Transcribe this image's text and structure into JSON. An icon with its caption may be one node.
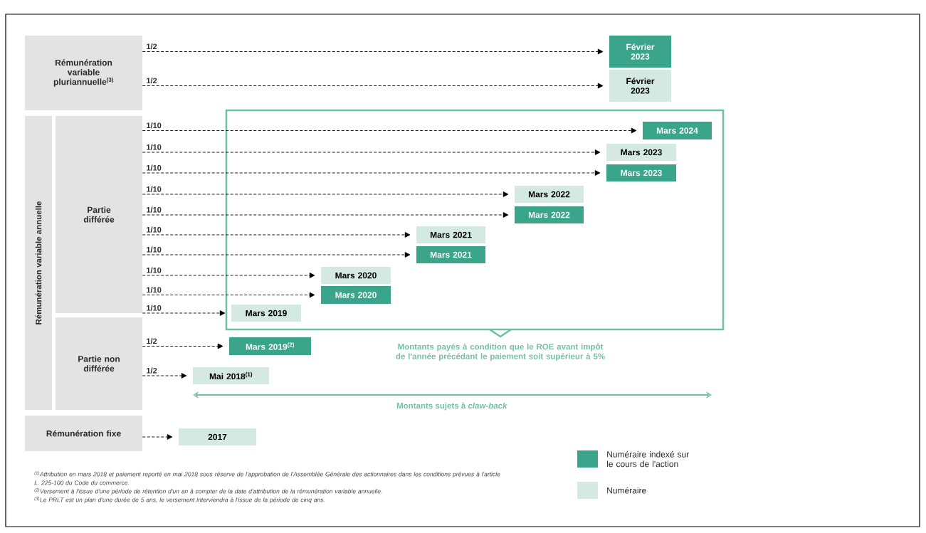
{
  "diagram": {
    "nodes": [
      {
        "text": [
          "Rémunération variable pluriannuelle$^{(3)}$"
        ]
      },
      {
        "text": [
          "Rémunération variable annuelle"
        ]
      },
      {
        "text": [
          "Partie différée"
        ]
      },
      {
        "text": [
          "Partie non différée"
        ]
      },
      {
        "text": [
          "Rémunération fixe"
        ]
      },
      {
        "text": [
          "Montants payés à condition que le ROE avant impôt de l'année précédant le paiement soit supérieur à 5%"
        ]
      },
      {
        "text": [
          "Février 2023"
        ]
      },
      {
        "text": [
          "Février 2023"
        ]
      },
      {
        "text": [
          "Mars 2024"
        ],
        "in": 5
      },
      {
        "text": [
          "Mars 2023"
        ],
        "in": 5
      },
      {
        "text": [
          "Mars 2023"
        ],
        "in": 5
      },
      {
        "text": [
          "Mars 2022"
        ],
        "in": 5
      },
      {
        "text": [
          "Mars 2022"
        ],
        "in": 5
      },
      {
        "text": [
          "Mars 2021"
        ],
        "in": 5
      },
      {
        "text": [
          "Mars 2021"
        ],
        "in": 5
      },
      {
        "text": [
          "Mars 2020"
        ],
        "in": 5
      },
      {
        "text": [
          "Mars 2020"
        ],
        "in": 5
      },
      {
        "text": [
          "Mars 2019"
        ],
        "in": 5
      },
      {
        "text": [
          "Mars 2019$^{(2)}$"
        ]
      },
      {
        "text": [
          "Mai 2018$^{(1)}$"
        ]
      },
      {
        "text": [
          "2017"
        ]
      }
    ],
    "edges": [
      {
        "from": 0,
        "to": 6,
        "arrow": "to",
        "label": "1/2",
        "style": "dashed"
      },
      {
        "from": 0,
        "to": 7,
        "arrow": "to",
        "label": "1/2",
        "style": "dashed"
      },
      {
        "from": 2,
        "to": 8,
        "arrow": "to",
        "label": "1/10",
        "style": "dashed"
      },
      {
        "from": 2,
        "to": 9,
        "arrow": "to",
        "label": "1/10",
        "style": "dashed"
      },
      {
        "from": 2,
        "to": 10,
        "arrow": "to",
        "label": "1/10",
        "style": "dashed"
      },
      {
        "from": 2,
        "to": 11,
        "arrow": "to",
        "label": "1/10",
        "style": "dashed"
      },
      {
        "from": 2,
        "to": 12,
        "arrow": "to",
        "label": "1/10",
        "style": "dashed"
      },
      {
        "from": 2,
        "to": 13,
        "arrow": "to",
        "label": "1/10",
        "style": "dashed"
      },
      {
        "from": 2,
        "to": 14,
        "arrow": "to",
        "label": "1/10",
        "style": "dashed"
      },
      {
        "from": 2,
        "to": 15,
        "arrow": "to",
        "label": "1/10",
        "style": "dashed"
      },
      {
        "from": 2,
        "to": 16,
        "arrow": "to",
        "label": "1/10",
        "style": "dashed"
      },
      {
        "from": 2,
        "to": 17,
        "arrow": "to",
        "label": "1/10",
        "style": "dashed"
      },
      {
        "from": 3,
        "to": 18,
        "arrow": "to",
        "label": "1/2",
        "style": "dashed"
      },
      {
        "from": 3,
        "to": 19,
        "arrow": "to",
        "label": "1/2",
        "style": "dashed"
      },
      {
        "from": 4,
        "to": 20,
        "arrow": "to",
        "style": "dashed"
      }
    ],
    "labels": [
      "Montants sujets à *claw-back*",
      "$^{(1)}$Attribution en mars 2018 et paiement reporté en mai 2018 sous réserve de l'approbation de l'Assemblée Générale des actionnaires dans les conditions prévues à l'article L. 225-100 du Code du commerce.",
      "$^{(2)}$Versement à l'issue d'une période de rétention d'un an à compter de la date d'attribution de la rémunération variable annuelle.",
      "$^{(3)}$Le PRLT est un plan d'une durée de 5 ans, le versement interviendra à l'issue de la période de cinq ans."
    ],
    "legend": [
      {
        "text": "Numéraire indexé sur le cours de l'action",
        "color": "#3aa58a"
      },
      {
        "text": "Numéraire",
        "color": "#d3e9e1"
      }
    ]
  }
}
